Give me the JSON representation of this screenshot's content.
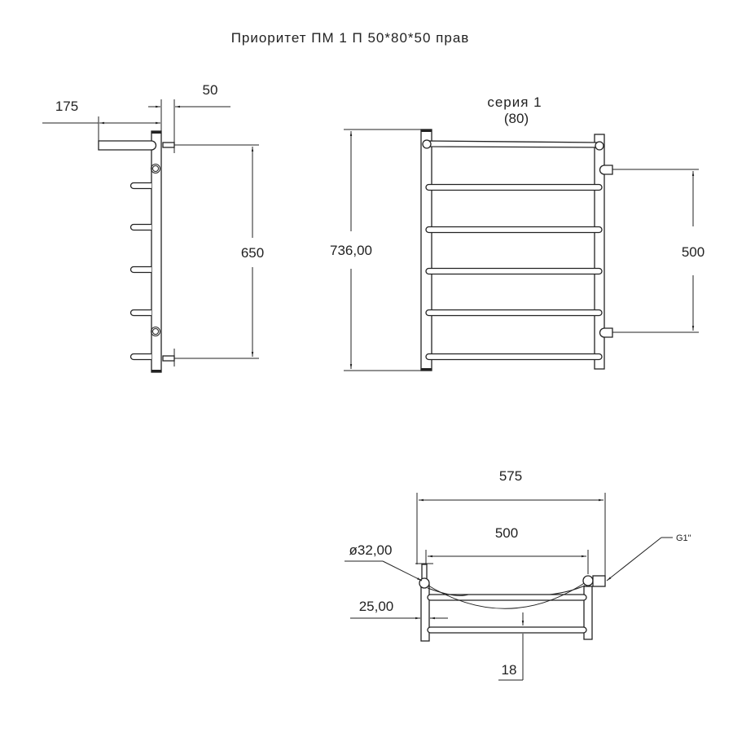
{
  "title": "Приоритет ПМ 1 П 50*80*50 прав",
  "side_view": {
    "dim_depth": "175",
    "dim_offset": "50",
    "dim_center": "650"
  },
  "front_view": {
    "series": "серия 1",
    "series_sub": "(80)",
    "dim_height": "736,00",
    "dim_center": "500"
  },
  "top_view": {
    "dim_total": "575",
    "dim_center": "500",
    "dim_pipe": "ø32,00",
    "dim_post": "25,00",
    "dim_gap": "18",
    "thread": "G1\""
  },
  "colors": {
    "line": "#222222",
    "background": "#ffffff"
  }
}
